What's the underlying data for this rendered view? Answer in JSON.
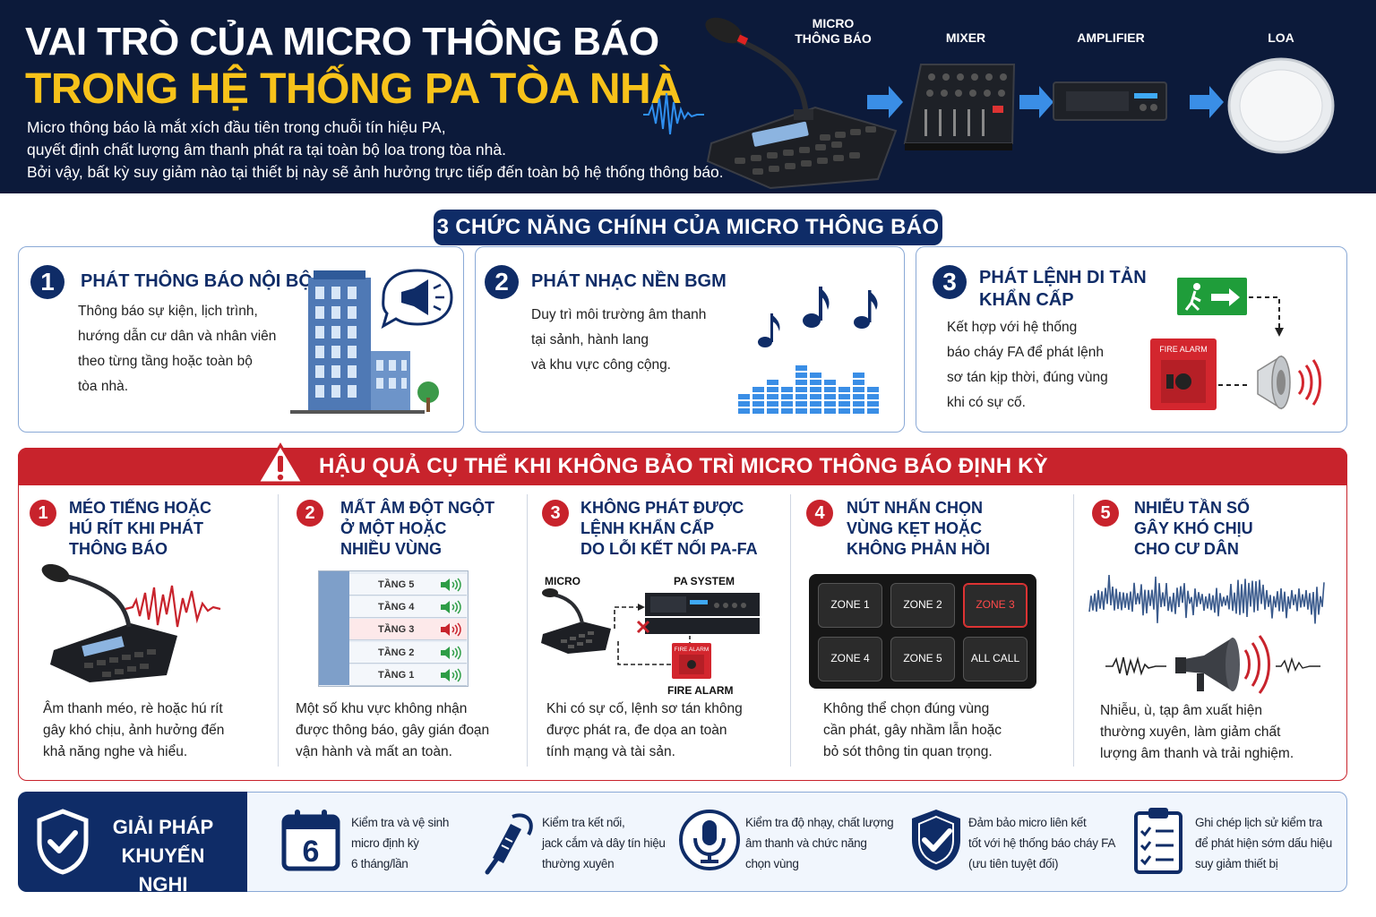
{
  "header": {
    "title_line1": "VAI TRÒ CỦA MICRO THÔNG BÁO",
    "title_line2": "TRONG HỆ THỐNG PA TÒA NHÀ",
    "desc": [
      "Micro thông báo là mắt xích đầu tiên trong chuỗi tín hiệu PA,",
      "quyết định chất lượng âm thanh phát ra tại toàn bộ loa trong tòa nhà.",
      "Bởi vậy, bất kỳ suy giảm nào tại thiết bị này sẽ ảnh hưởng trực tiếp đến toàn bộ hệ thống thông báo."
    ],
    "flow": {
      "micro": [
        "MICRO",
        "THÔNG BÁO"
      ],
      "mixer": "MIXER",
      "amplifier": "AMPLIFIER",
      "speaker": "LOA"
    }
  },
  "functions": {
    "heading": "3 CHỨC NĂNG CHÍNH CỦA MICRO THÔNG BÁO",
    "items": [
      {
        "num": "1",
        "title": [
          "PHÁT THÔNG BÁO NỘI BỘ"
        ],
        "body": [
          "Thông báo sự kiện, lịch trình,",
          "hướng dẫn cư dân và nhân viên",
          "theo từng tầng hoặc toàn bộ",
          "tòa nhà."
        ]
      },
      {
        "num": "2",
        "title": [
          "PHÁT NHẠC NỀN BGM"
        ],
        "body": [
          "Duy trì môi trường âm thanh",
          "tại sảnh, hành lang",
          "và khu vực công cộng."
        ]
      },
      {
        "num": "3",
        "title": [
          "PHÁT LỆNH DI TẢN",
          "KHẨN CẤP"
        ],
        "body": [
          "Kết hợp với hệ thống",
          "báo cháy FA để phát lệnh",
          "sơ tán kịp thời, đúng vùng",
          "khi có sự cố."
        ],
        "fire_alarm_label": "FIRE ALARM"
      }
    ]
  },
  "consequences": {
    "heading": "HẬU QUẢ CỤ THỂ KHI KHÔNG BẢO TRÌ MICRO THÔNG BÁO ĐỊNH KỲ",
    "items": [
      {
        "num": "1",
        "title": [
          "MÉO TIẾNG HOẶC",
          "HÚ RÍT KHI PHÁT",
          "THÔNG BÁO"
        ],
        "body": [
          "Âm thanh méo, rè hoặc hú rít",
          "gây khó chịu, ảnh hưởng đến",
          "khả năng nghe và hiểu."
        ]
      },
      {
        "num": "2",
        "title": [
          "MẤT ÂM ĐỘT NGỘT",
          "Ở MỘT HOẶC",
          "NHIỀU VÙNG"
        ],
        "body": [
          "Một số khu vực không nhận",
          "được thông báo, gây gián đoạn",
          "vận hành và mất an toàn."
        ],
        "floors": [
          "TẦNG 5",
          "TẦNG 4",
          "TẦNG 3",
          "TẦNG 2",
          "TẦNG 1"
        ]
      },
      {
        "num": "3",
        "title": [
          "KHÔNG PHÁT ĐƯỢC",
          "LỆNH KHẨN CẤP",
          "DO LỖI KẾT NỐI PA-FA"
        ],
        "body": [
          "Khi có sự cố, lệnh sơ tán không",
          "được phát ra, đe dọa an toàn",
          "tính mạng và tài sản."
        ],
        "labels": {
          "micro": "MICRO",
          "pa": "PA SYSTEM",
          "fire": "FIRE ALARM",
          "fire_small": "FIRE ALARM"
        }
      },
      {
        "num": "4",
        "title": [
          "NÚT NHẤN CHỌN",
          "VÙNG KẸT HOẶC",
          "KHÔNG PHẢN HỒI"
        ],
        "body": [
          "Không thể chọn đúng vùng",
          "cần phát, gây nhầm lẫn hoặc",
          "bỏ sót thông tin quan trọng."
        ],
        "zones": [
          "ZONE 1",
          "ZONE 2",
          "ZONE 3",
          "ZONE 4",
          "ZONE 5",
          "ALL CALL"
        ]
      },
      {
        "num": "5",
        "title": [
          "NHIỄU TẦN SỐ",
          "GÂY KHÓ CHỊU",
          "CHO CƯ DÂN"
        ],
        "body": [
          "Nhiễu, ù, tạp âm xuất hiện",
          "thường xuyên, làm giảm chất",
          "lượng âm thanh và trải nghiệm."
        ]
      }
    ]
  },
  "solutions": {
    "heading": [
      "GIẢI PHÁP",
      "KHUYẾN NGHỊ"
    ],
    "calendar_number": "6",
    "items": [
      [
        "Kiểm tra và vệ sinh",
        "micro định kỳ",
        "6 tháng/lần"
      ],
      [
        "Kiểm tra kết nối,",
        "jack cắm và dây tín hiệu",
        "thường xuyên"
      ],
      [
        "Kiểm tra độ nhạy, chất lượng",
        "âm thanh và chức năng",
        "chọn vùng"
      ],
      [
        "Đảm bảo micro liên kết",
        "tốt với hệ thống báo cháy FA",
        "(ưu tiên tuyệt đối)"
      ],
      [
        "Ghi chép lịch sử kiểm tra",
        "để phát hiện sớm dấu hiệu",
        "suy giảm thiết bị"
      ]
    ]
  },
  "colors": {
    "navy": "#0c1a3a",
    "accent_blue": "#0f2c67",
    "yellow": "#f7c21a",
    "red": "#c8232c"
  }
}
